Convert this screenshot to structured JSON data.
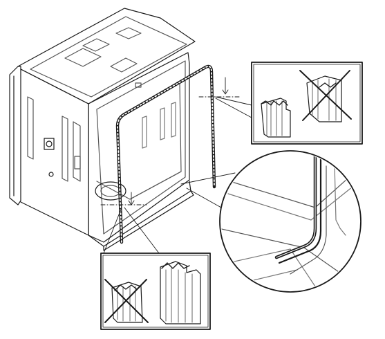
{
  "figure": {
    "kind": "line-art installation diagram",
    "colors": {
      "ink": "#1a1a1a",
      "light_ink": "#555555",
      "paper": "#ffffff"
    }
  },
  "parts": {
    "cabinet": "dishwasher-tub",
    "gasket": "door-seal-gasket",
    "detail_boxes": [
      {
        "name": "top-right-detail",
        "shows": [
          "correct-profile",
          "incorrect-profile"
        ]
      },
      {
        "name": "bottom-left-detail",
        "shows": [
          "incorrect-profile",
          "correct-profile"
        ]
      }
    ],
    "magnifier": "corner-magnifier-circle"
  }
}
